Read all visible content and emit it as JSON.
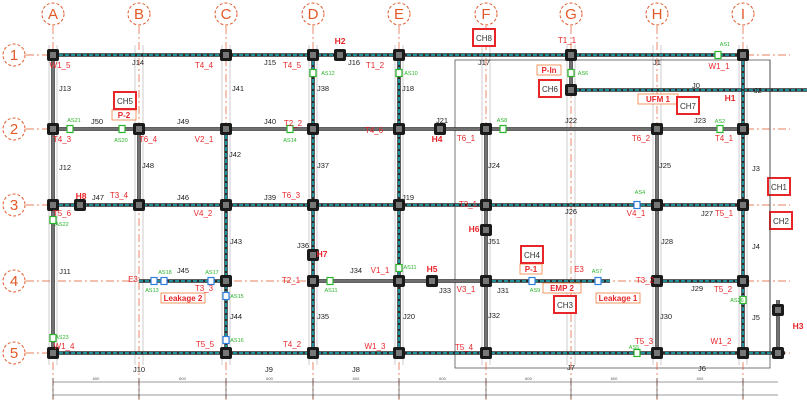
{
  "columns": [
    "A",
    "B",
    "C",
    "D",
    "E",
    "F",
    "G",
    "H",
    "I"
  ],
  "rows": [
    "1",
    "2",
    "3",
    "4",
    "5"
  ],
  "chambers": [
    "CH8",
    "CH5",
    "CH6",
    "CH7",
    "CH1",
    "CH2",
    "CH4",
    "CH3"
  ],
  "tags": [
    "P-2",
    "P-In",
    "UFM 1",
    "P-1",
    "EMP 2",
    "Leakage 1",
    "Leakage 2"
  ],
  "hydrants": [
    "H2",
    "H1",
    "H4",
    "H8",
    "H7",
    "H6",
    "H5",
    "H3"
  ],
  "node_labels": [
    "W1_5",
    "T4_4",
    "T4_5",
    "T1_2",
    "T1_1",
    "W1_1",
    "T4_3",
    "T6_4",
    "V2_1",
    "T2_2",
    "T4_6",
    "T6_1",
    "T6_2",
    "T4_1",
    "T5_6",
    "T3_4",
    "V4_2",
    "T6_3",
    "T3_1",
    "V4_1",
    "T5_1",
    "E3",
    "T3_3",
    "T2_1",
    "V1_1",
    "V3_1",
    "E3",
    "T3_2",
    "T5_2",
    "W1_4",
    "T5_5",
    "T4_2",
    "W1_3",
    "T5_4",
    "T5_3",
    "W1_2"
  ],
  "pipe_labels": [
    "J14",
    "J15",
    "J16",
    "J17",
    "J1",
    "J0",
    "J2",
    "J13",
    "J41",
    "J38",
    "J18",
    "J50",
    "J49",
    "J40",
    "J21",
    "J22",
    "J23",
    "J48",
    "J42",
    "J37",
    "J24",
    "J25",
    "J3",
    "J12",
    "J47",
    "J46",
    "J39",
    "J19",
    "J26",
    "J27",
    "J43",
    "J36",
    "J51",
    "J28",
    "J4",
    "J11",
    "J45",
    "J34",
    "J33",
    "J31",
    "J29",
    "J44",
    "J35",
    "J20",
    "J32",
    "J30",
    "J5",
    "J10",
    "J9",
    "J8",
    "J7",
    "J6"
  ],
  "valve_labels": [
    "AS12",
    "AS10",
    "AS6",
    "AS1",
    "AS21",
    "AS20",
    "AS14",
    "AS8",
    "AS2",
    "AS22",
    "AS4",
    "AS18",
    "AS13",
    "AS17",
    "AS15",
    "AS11",
    "AS11",
    "AS9",
    "AS7",
    "AS23",
    "AS16",
    "AS5",
    "AS26"
  ],
  "dimensions": [
    "600",
    "600",
    "600",
    "600",
    "600",
    "600",
    "600",
    "600"
  ],
  "colors": {
    "grid": "#e25a2a",
    "pipe": "#2a2a2a",
    "water": "#19c9d6",
    "label_red": "#e8262a",
    "valve_green": "#2bb52b",
    "valve_blue": "#2e7fe0",
    "tag_orange": "#f08040"
  }
}
